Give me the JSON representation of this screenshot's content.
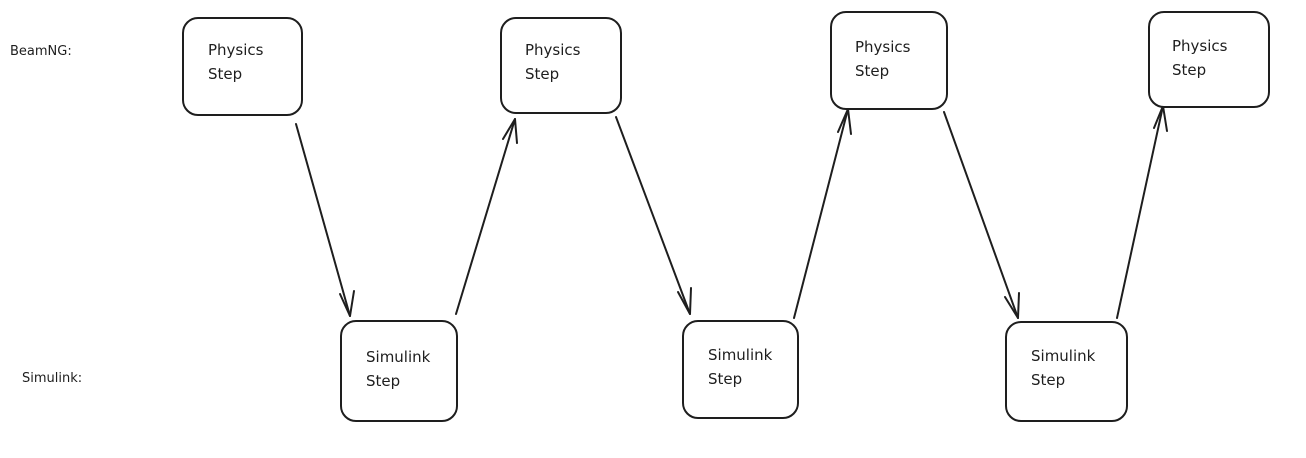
{
  "lanes": {
    "top": "BeamNG:",
    "bottom": "Simulink:"
  },
  "physics_steps": [
    {
      "line1": "Physics",
      "line2": "Step"
    },
    {
      "line1": "Physics",
      "line2": "Step"
    },
    {
      "line1": "Physics",
      "line2": "Step"
    },
    {
      "line1": "Physics",
      "line2": "Step"
    }
  ],
  "simulink_steps": [
    {
      "line1": "Simulink",
      "line2": "Step"
    },
    {
      "line1": "Simulink",
      "line2": "Step"
    },
    {
      "line1": "Simulink",
      "line2": "Step"
    }
  ],
  "colors": {
    "stroke": "#1e1e1e",
    "background": "#ffffff"
  }
}
